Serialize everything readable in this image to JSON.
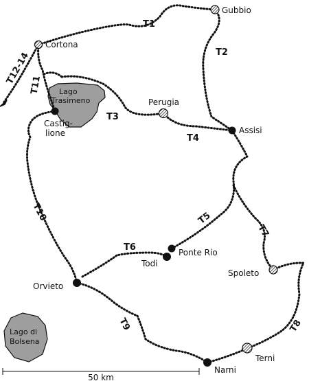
{
  "map": {
    "lakes": {
      "trasimeno": [
        "Lago",
        "Trasimeno"
      ],
      "bolsena": [
        "Lago di",
        "Bolsena"
      ]
    },
    "towns": {
      "gubbio": "Gubbio",
      "cortona": "Cortona",
      "perugia": "Perugia",
      "castiglione": [
        "Castig-",
        "lione"
      ],
      "assisi": "Assisi",
      "ponte_rio": "Ponte Rio",
      "todi": "Todi",
      "orvieto": "Orvieto",
      "spoleto": "Spoleto",
      "terni": "Terni",
      "narni": "Narni"
    },
    "routes": {
      "t1": "T1",
      "t2": "T2",
      "t3": "T3",
      "t4": "T4",
      "t5": "T5",
      "t6": "T6",
      "t7": "T7",
      "t8": "T8",
      "t9": "T9",
      "t10": "T10",
      "t11": "T11",
      "t12_14": "T12-14"
    },
    "scale": "50 km"
  }
}
